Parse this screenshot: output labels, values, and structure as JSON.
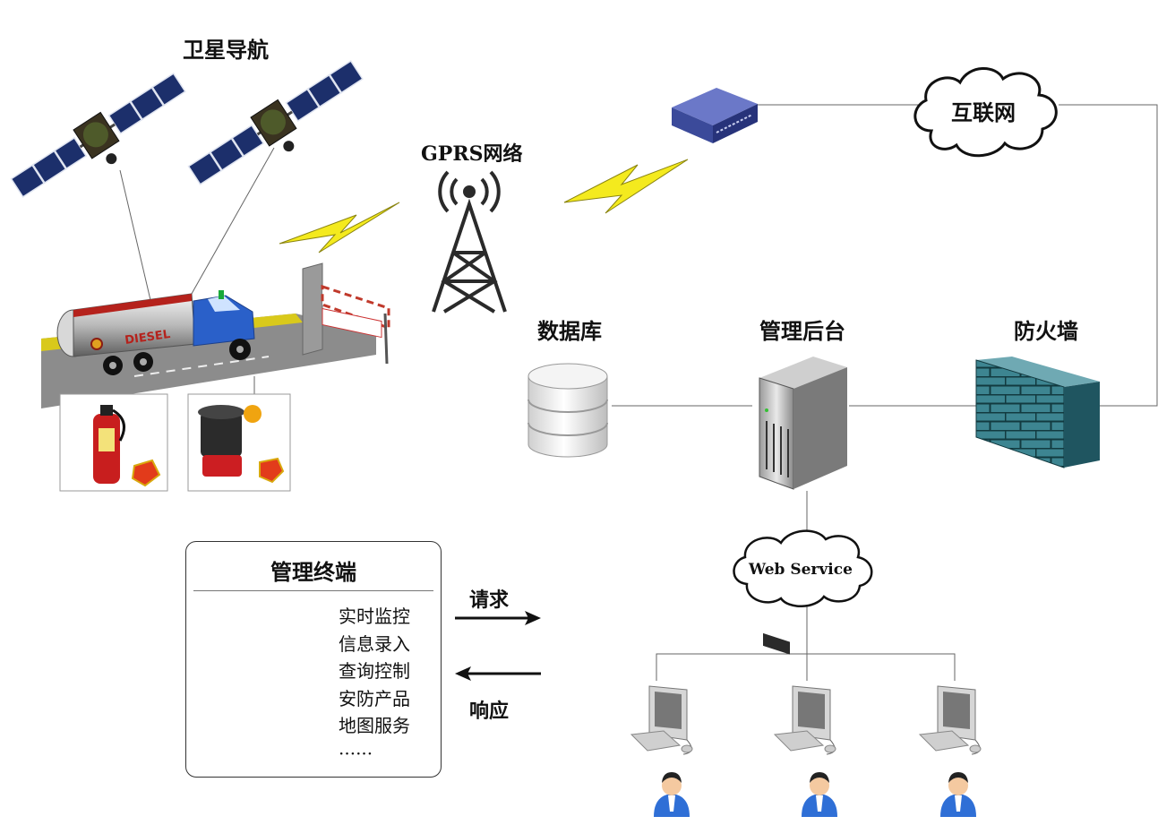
{
  "labels": {
    "satellite": "卫星导航",
    "gprs": "GPRS网络",
    "internet": "互联网",
    "database": "数据库",
    "backend": "管理后台",
    "firewall": "防火墙",
    "web_service": "Web Service",
    "request": "请求",
    "response": "响应",
    "truck_text": "DIESEL"
  },
  "terminal": {
    "title": "管理终端",
    "items": [
      "实时监控",
      "信息录入",
      "查询控制",
      "安防产品",
      "地图服务",
      "······"
    ]
  },
  "colors": {
    "lightning": "#f4ea1e",
    "firewall": "#2e6f7a",
    "screen": "#3a8fd8",
    "router": "#3b4a9a"
  }
}
